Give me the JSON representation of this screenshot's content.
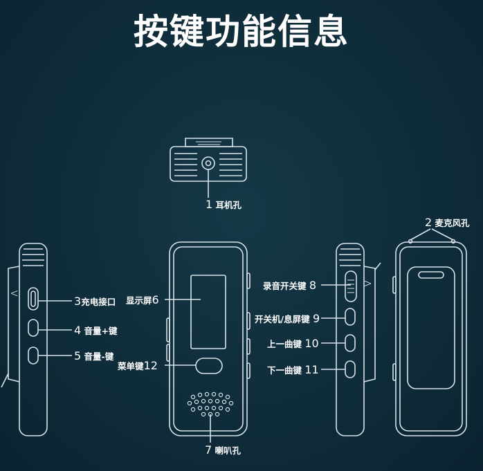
{
  "title": "按键功能信息",
  "labels": {
    "l1": {
      "num": "1",
      "text": "耳机孔"
    },
    "l2": {
      "num": "2",
      "text": "麦克风孔"
    },
    "l3": {
      "num": "3",
      "text": "充电接口"
    },
    "l4": {
      "num": "4",
      "text": "音量+键"
    },
    "l5": {
      "num": "5",
      "text": "音量-键"
    },
    "l6": {
      "num": "6",
      "text": "显示屏"
    },
    "l7": {
      "num": "7",
      "text": "喇叭孔"
    },
    "l8": {
      "num": "8",
      "text": "录音开关键"
    },
    "l9": {
      "num": "9",
      "text": "开关机/息屏键"
    },
    "l10": {
      "num": "10",
      "text": "上一曲键"
    },
    "l11": {
      "num": "11",
      "text": "下一曲键"
    },
    "l12": {
      "num": "12",
      "text": "菜单键"
    }
  },
  "colors": {
    "background": "#0f2c3a",
    "outline": "#d9e4ea",
    "text": "#ffffff"
  }
}
